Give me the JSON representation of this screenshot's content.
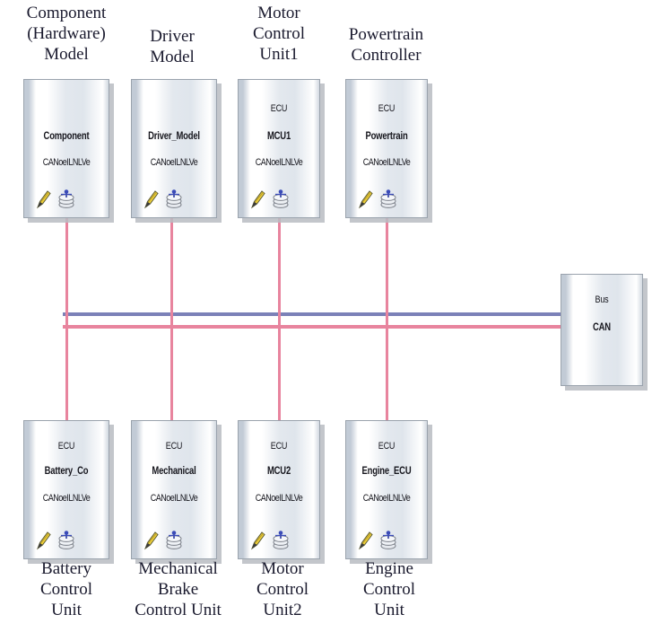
{
  "diagram": {
    "title_font_color": "#1a1a2e",
    "bus_line_colors": {
      "upper": "#7b81b8",
      "lower": "#e8849e"
    },
    "connector_color": "#e8849e",
    "node_border_color": "#9aa3ad"
  },
  "top_nodes": [
    {
      "caption": "Component\n(Hardware)\nModel",
      "kind": "",
      "name": "Component",
      "protocol": "CANoeILNLVe",
      "icons": [
        "pencil-icon",
        "network-stack-icon"
      ]
    },
    {
      "caption": "Driver\nModel",
      "kind": "",
      "name": "Driver_Model",
      "protocol": "CANoeILNLVe",
      "icons": [
        "pencil-icon",
        "network-stack-icon"
      ]
    },
    {
      "caption": "Motor\nControl\nUnit1",
      "kind": "ECU",
      "name": "MCU1",
      "protocol": "CANoeILNLVe",
      "icons": [
        "pencil-icon",
        "network-stack-icon"
      ]
    },
    {
      "caption": "Powertrain\nController",
      "kind": "ECU",
      "name": "Powertrain",
      "protocol": "CANoeILNLVe",
      "icons": [
        "pencil-icon",
        "network-stack-icon"
      ]
    }
  ],
  "bottom_nodes": [
    {
      "caption": "Battery\nControl\nUnit",
      "kind": "ECU",
      "name": "Battery_Co",
      "protocol": "CANoeILNLVe",
      "icons": [
        "pencil-icon",
        "network-stack-icon"
      ]
    },
    {
      "caption": "Mechanical\nBrake\nControl Unit",
      "kind": "ECU",
      "name": "Mechanical",
      "protocol": "CANoeILNLVe",
      "icons": [
        "pencil-icon",
        "network-stack-icon"
      ]
    },
    {
      "caption": "Motor\nControl\nUnit2",
      "kind": "ECU",
      "name": "MCU2",
      "protocol": "CANoeILNLVe",
      "icons": [
        "pencil-icon",
        "network-stack-icon"
      ]
    },
    {
      "caption": "Engine\nControl\nUnit",
      "kind": "ECU",
      "name": "Engine_ECU",
      "protocol": "CANoeILNLVe",
      "icons": [
        "pencil-icon",
        "network-stack-icon"
      ]
    }
  ],
  "bus_node": {
    "kind": "Bus",
    "name": "CAN"
  }
}
